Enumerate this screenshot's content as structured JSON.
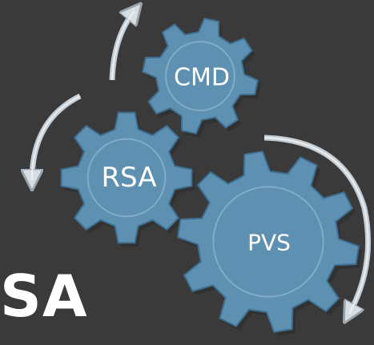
{
  "diagram": {
    "gears": [
      {
        "id": "cmd",
        "label": "CMD"
      },
      {
        "id": "rsa",
        "label": "RSA"
      },
      {
        "id": "pvs",
        "label": "PVS"
      }
    ],
    "caption_fragment": "SA"
  },
  "colors": {
    "background": "#3a3a3a",
    "gear_fill": "#5e90b1",
    "gear_stroke": "#3e6f91",
    "arrow": "#c4ccd2",
    "text": "#ffffff"
  }
}
